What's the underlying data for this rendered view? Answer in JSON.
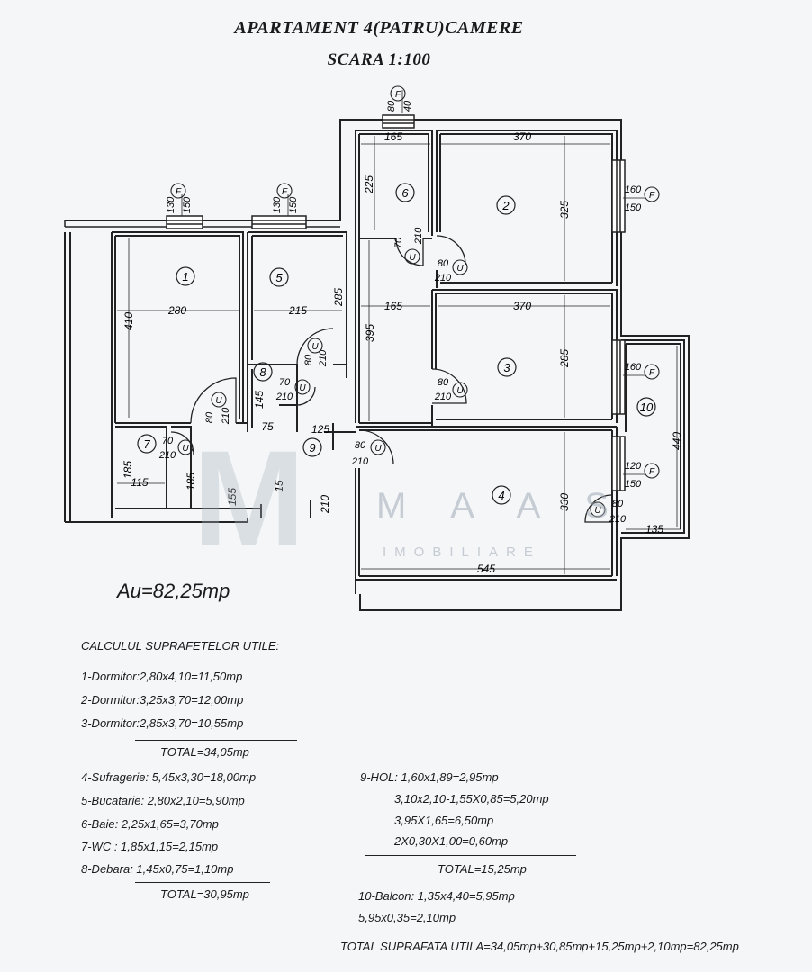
{
  "header": {
    "title": "APARTAMENT 4(PATRU)CAMERE",
    "scale": "SCARA 1:100"
  },
  "plan": {
    "rooms": [
      "1",
      "2",
      "3",
      "4",
      "5",
      "6",
      "7",
      "8",
      "9",
      "10"
    ],
    "window_tag": "F",
    "door_tag": "U",
    "dims": {
      "w_top": "80",
      "w_top2": "40",
      "w1a": "130",
      "w1b": "150",
      "w5a": "130",
      "w5b": "150",
      "d165": "165",
      "d370": "370",
      "d225": "225",
      "d325": "325",
      "w2a": "160",
      "w2b": "150",
      "d6w": "70",
      "d6h": "210",
      "d2w": "80",
      "d2h": "210",
      "d280": "280",
      "d215": "215",
      "d285a": "285",
      "d410": "410",
      "d165b": "165",
      "d370b": "370",
      "d395": "395",
      "d285b": "285",
      "d5w": "80",
      "d5h": "210",
      "d8w": "70",
      "d8h": "210",
      "d145": "145",
      "d3w": "80",
      "d3h": "210",
      "w3a": "160",
      "d1w": "80",
      "d1h": "210",
      "d75": "75",
      "d125": "125",
      "d7w": "70",
      "d7h": "210",
      "d185a": "185",
      "d115": "115",
      "d185b": "185",
      "d155": "155",
      "d15": "15",
      "d210": "210",
      "d4w": "80",
      "d4h": "210",
      "d440": "440",
      "d330": "330",
      "w4a": "120",
      "w4b": "150",
      "d10w": "80",
      "d10h": "210",
      "d135": "135",
      "d545": "545"
    }
  },
  "au": "Au=82,25mp",
  "calc": {
    "heading": "CALCULUL SUPRAFETELOR UTILE:",
    "group1": [
      "1-Dormitor:2,80x4,10=11,50mp",
      "2-Dormitor:3,25x3,70=12,00mp",
      "3-Dormitor:2,85x3,70=10,55mp"
    ],
    "total1": "TOTAL=34,05mp",
    "group2": [
      "4-Sufragerie: 5,45x3,30=18,00mp",
      "5-Bucatarie: 2,80x2,10=5,90mp",
      "6-Baie: 2,25x1,65=3,70mp",
      "7-WC : 1,85x1,15=2,15mp",
      "8-Debara: 1,45x0,75=1,10mp"
    ],
    "total2": "TOTAL=30,95mp",
    "hol": [
      "9-HOL: 1,60x1,89=2,95mp",
      "3,10x2,10-1,55X0,85=5,20mp",
      "3,95X1,65=6,50mp",
      "2X0,30X1,00=0,60mp"
    ],
    "total3": "TOTAL=15,25mp",
    "balcon": [
      "10-Balcon: 1,35x4,40=5,95mp",
      "5,95x0,35=2,10mp"
    ],
    "grand_total": "TOTAL SUPRAFATA UTILA=34,05mp+30,85mp+15,25mp+2,10mp=82,25mp"
  },
  "watermark": {
    "brand": "M A A S",
    "sub": "IMOBILIARE"
  }
}
